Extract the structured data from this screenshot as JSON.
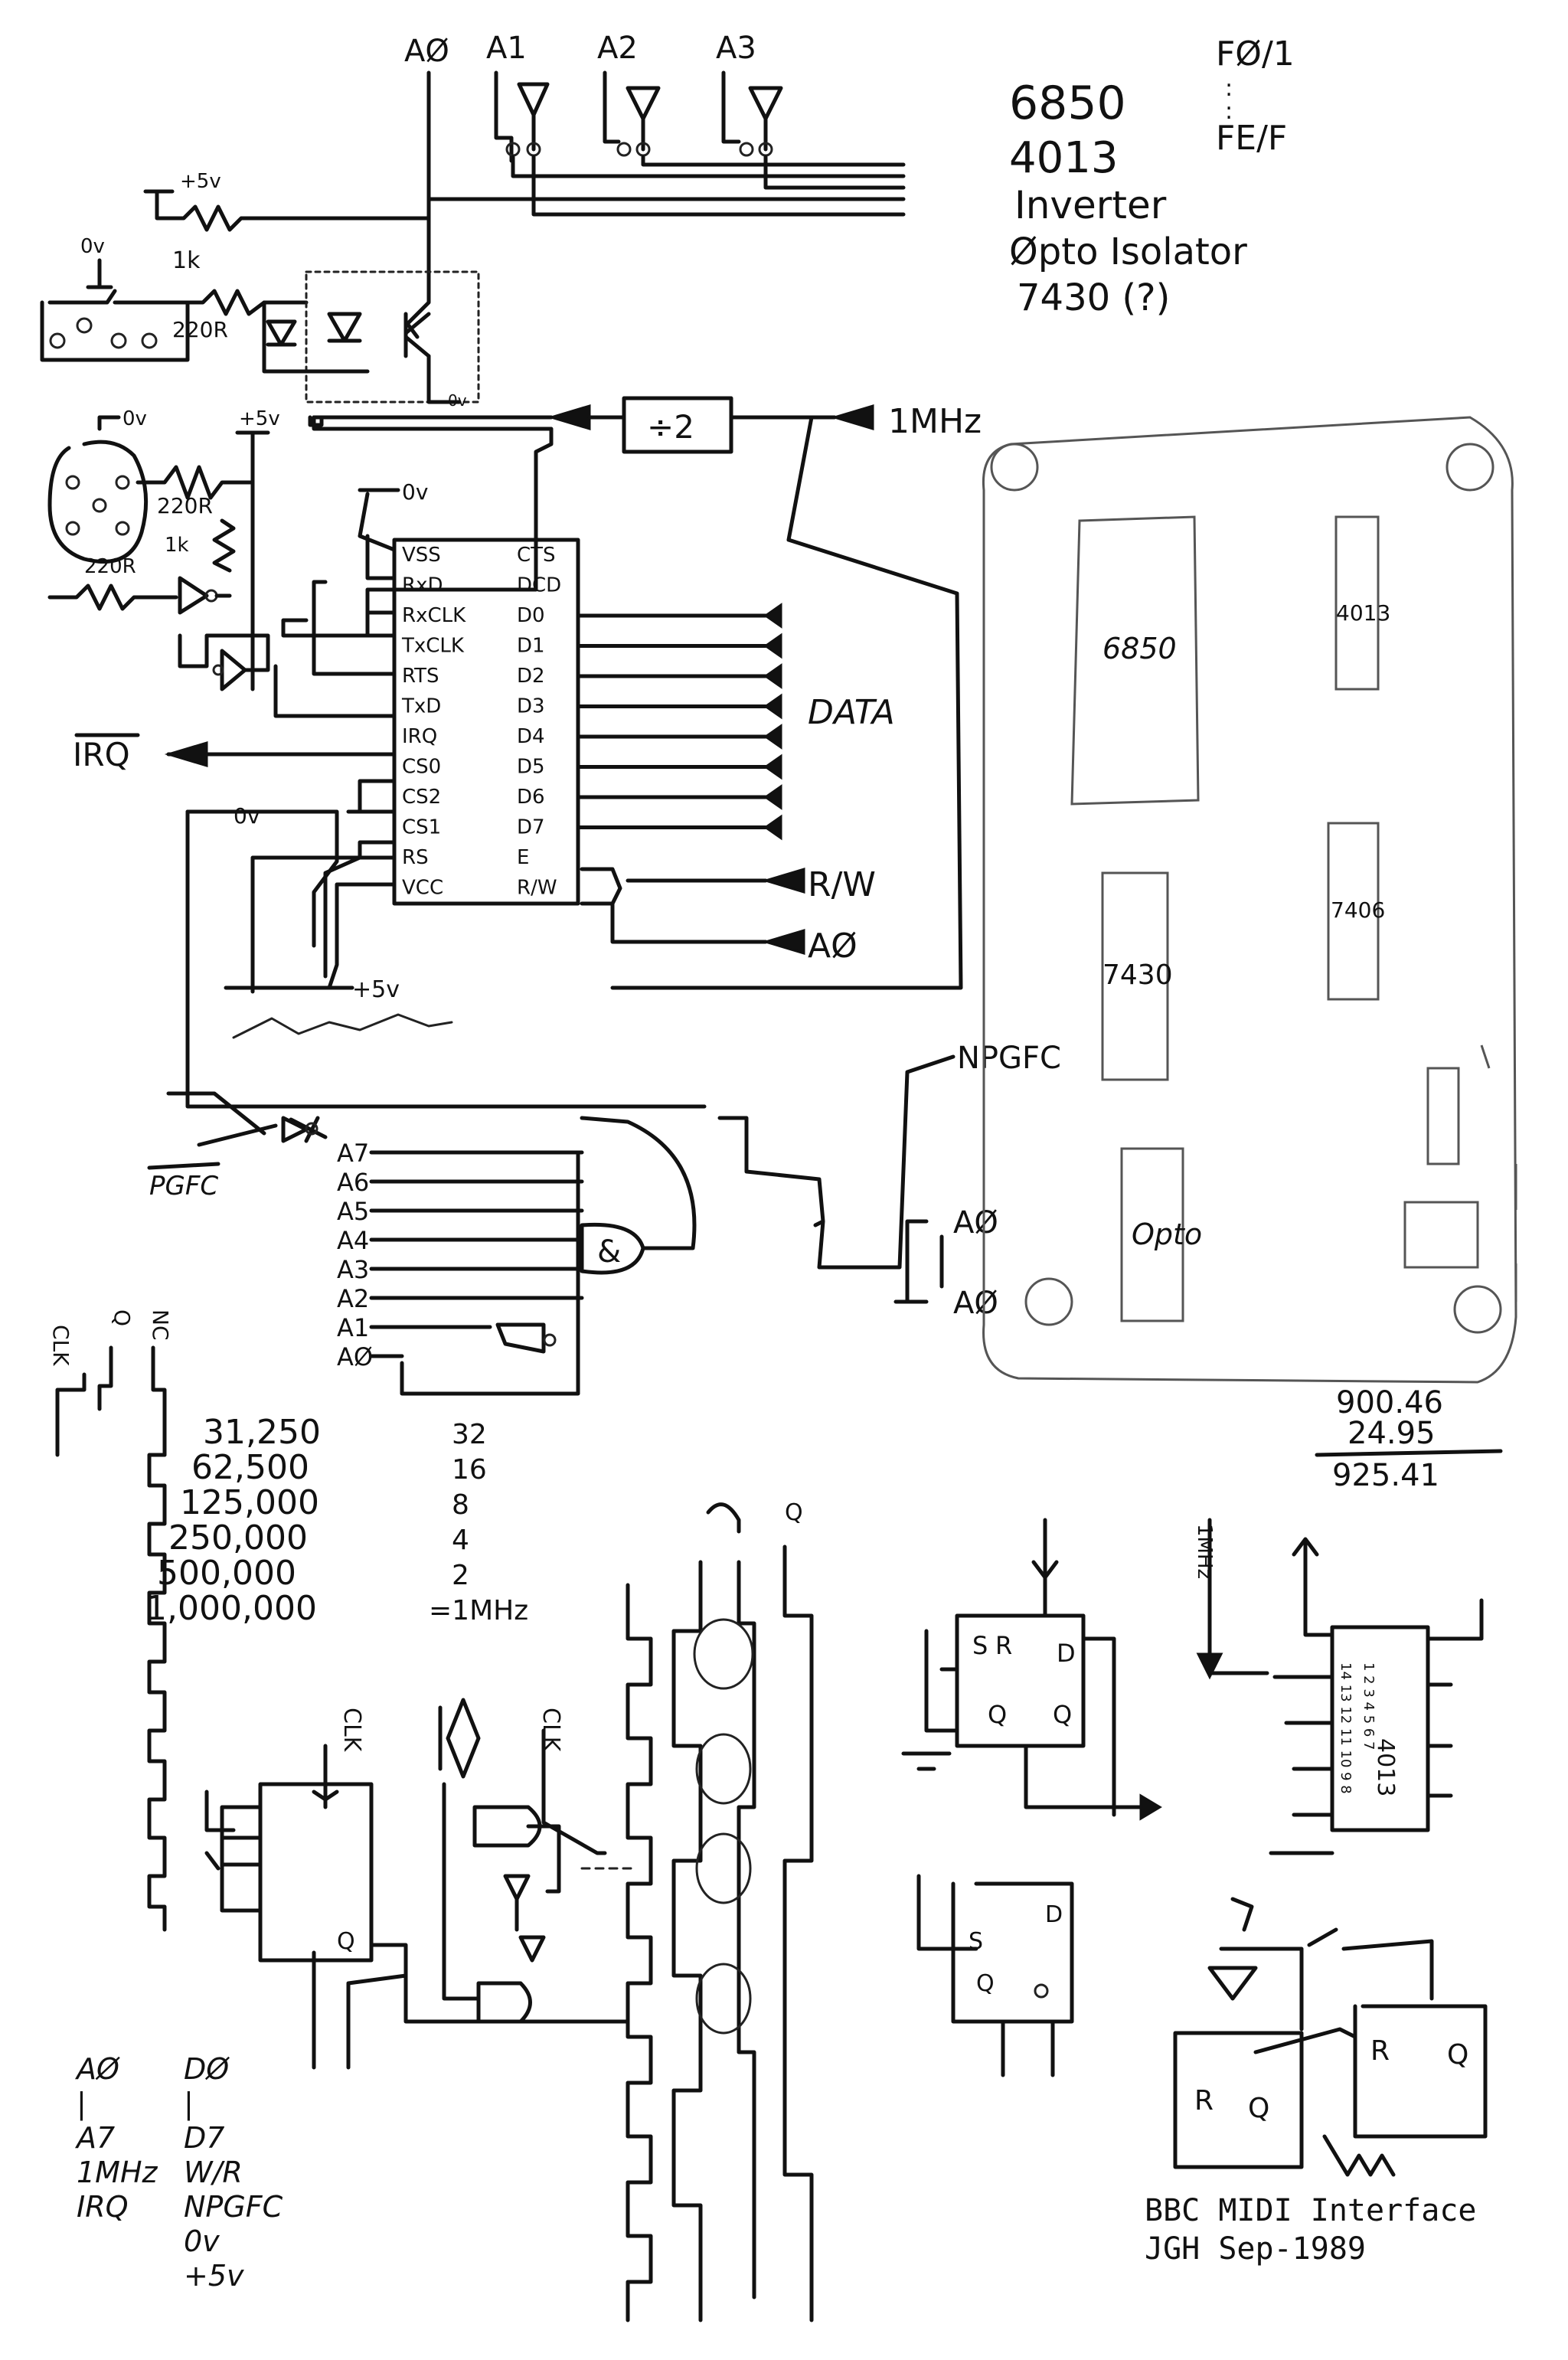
{
  "caption": {
    "line1": "BBC MIDI Interface",
    "line2": "JGH Sep-1989"
  },
  "top_inputs": [
    "AØ",
    "A1",
    "A2",
    "A3"
  ],
  "parts_list": [
    "6850",
    "4013",
    "Inverter",
    "Øpto Isolator",
    "7430 (?)"
  ],
  "address_range": [
    "FØ/1",
    ":",
    ":",
    "FE/F"
  ],
  "power": {
    "plus5": "+5v",
    "zero": "0v"
  },
  "resistors": [
    "1k",
    "220R",
    "220R",
    "1k",
    "220R"
  ],
  "divider": {
    "label": "÷2",
    "clock": "1MHz"
  },
  "acia": {
    "left_pins": [
      "VSS",
      "RxD",
      "RxCLK",
      "TxCLK",
      "RTS",
      "TxD",
      "IRQ",
      "CS0",
      "CS2",
      "CS1",
      "RS",
      "VCC"
    ],
    "right_pins": [
      "CTS",
      "DCD",
      "D0",
      "D1",
      "D2",
      "D3",
      "D4",
      "D5",
      "D6",
      "D7",
      "E",
      "R/W"
    ]
  },
  "signals": {
    "data": "DATA",
    "rw": "R/W",
    "a0": "AØ",
    "irq": "IRQ",
    "npgfc": "NPGFC",
    "pgfc": "PGFC",
    "and_gate": "&",
    "zero_v": "0v",
    "plus5": "+5v"
  },
  "address_lines": [
    "A7",
    "A6",
    "A5",
    "A4",
    "A3",
    "A2",
    "A1",
    "AØ"
  ],
  "board_chips": [
    "6850",
    "4013",
    "7406",
    "7430",
    "Opto"
  ],
  "board_labels": {
    "npgfc": "NPGFC",
    "a0_top": "AØ",
    "a0_bottom": "AØ"
  },
  "sum": {
    "a": "900.46",
    "b": "24.95",
    "total": "925.41"
  },
  "baud_table": [
    {
      "rate": "31,250",
      "div": "32"
    },
    {
      "rate": "62,500",
      "div": "16"
    },
    {
      "rate": "125,000",
      "div": "8"
    },
    {
      "rate": "250,000",
      "div": "4"
    },
    {
      "rate": "500,000",
      "div": "2"
    },
    {
      "rate": "1,000,000",
      "div": "=1MHz"
    }
  ],
  "timing_labels": [
    "CLK",
    "Q",
    "NC"
  ],
  "flipflop_labels": {
    "clk1": "CLK",
    "clk2": "CLK",
    "q": "Q",
    "s": "S",
    "r": "R",
    "d": "D",
    "qbar": "Q",
    "mhz": "1MHz",
    "chip": "4013",
    "pins_top": "14 13 12 11 10 9 8",
    "pins_bottom": "1 2 3 4 5 6 7"
  },
  "connector_list": {
    "left": [
      "AØ",
      "|",
      "A7",
      "1MHz",
      "IRQ"
    ],
    "right": [
      "DØ",
      "|",
      "D7",
      "W/R",
      "NPGFC",
      "0v",
      "+5v"
    ]
  }
}
